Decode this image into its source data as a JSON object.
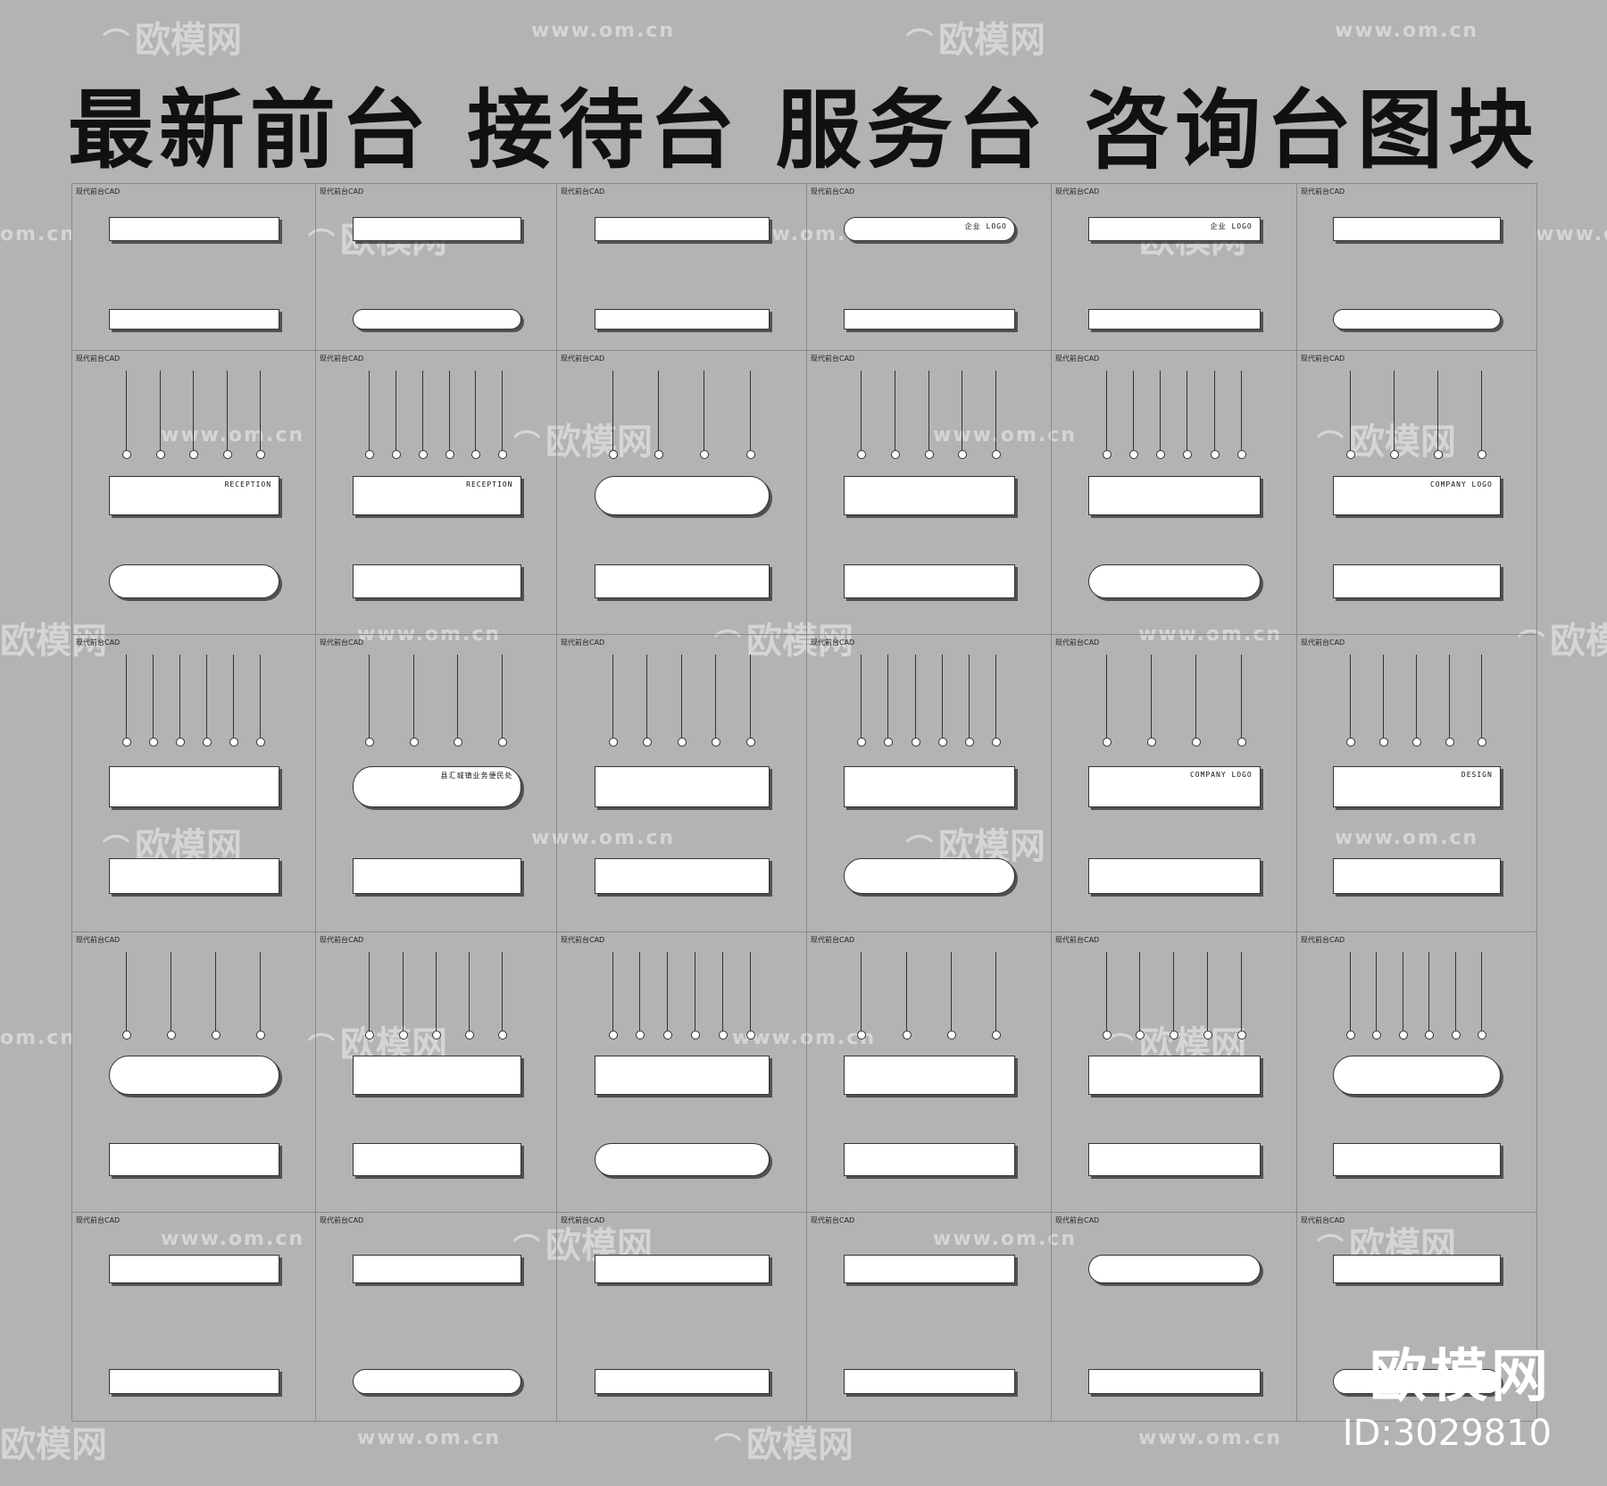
{
  "title": "最新前台  接待台  服务台  咨询台图块",
  "watermark": {
    "cn": "欧模网",
    "url": "www.om.cn",
    "url_alt": "om.cn"
  },
  "id_badge": {
    "logo": "欧模网",
    "id": "ID:3029810"
  },
  "cell_label": "现代前台CAD",
  "desk_texts": {
    "logo_cn": "企业 LOGO",
    "reception": "RECEPTION",
    "company_logo": "COMPANY LOGO",
    "design": "DESIGN",
    "cn_sign": "县汇城镇业务便民处"
  },
  "colors": {
    "background": "#b3b3b3",
    "line": "#333333",
    "title": "#111111",
    "watermark": "#ffffff"
  }
}
